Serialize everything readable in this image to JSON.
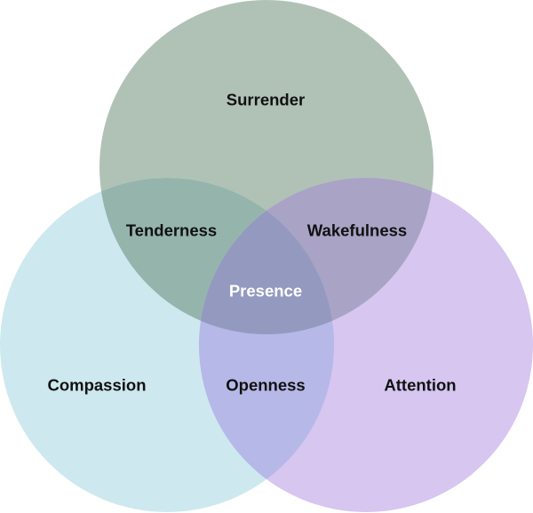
{
  "diagram": {
    "type": "venn",
    "sets": [
      {
        "id": "top",
        "label": "Surrender",
        "color": "#B0C2B6"
      },
      {
        "id": "left",
        "label": "Compassion",
        "color": "#CDE9EF"
      },
      {
        "id": "right",
        "label": "Attention",
        "color": "#D6C6F0"
      }
    ],
    "intersections": [
      {
        "sets": [
          "top",
          "left"
        ],
        "label": "Tenderness",
        "color": "#95B5AC",
        "text_color": "#111111"
      },
      {
        "sets": [
          "top",
          "right"
        ],
        "label": "Wakefulness",
        "color": "#A9A3C6",
        "text_color": "#111111"
      },
      {
        "sets": [
          "left",
          "right"
        ],
        "label": "Openness",
        "color": "#B6B8E8",
        "text_color": "#111111"
      },
      {
        "sets": [
          "top",
          "left",
          "right"
        ],
        "label": "Presence",
        "color": "#9499BF",
        "text_color": "#FFFFFF"
      }
    ],
    "text_color": "#111111"
  }
}
